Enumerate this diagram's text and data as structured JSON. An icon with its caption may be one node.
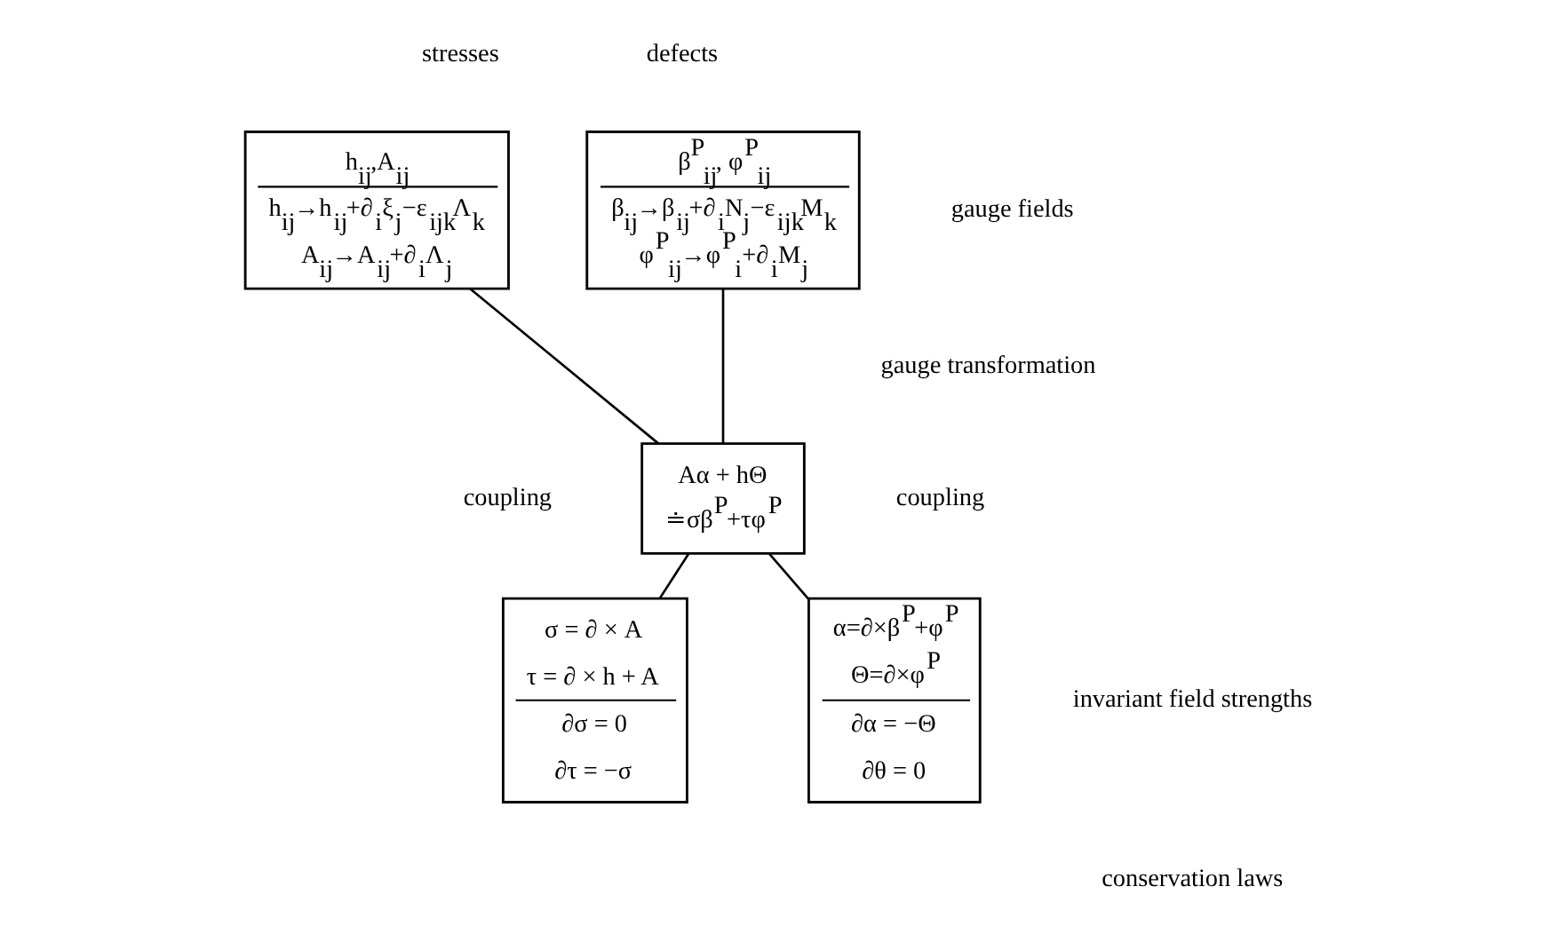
{
  "diagram": {
    "nodes": [
      {
        "text": [
          "h$_{ij}$,A$_{ij}$",
          "h$_{ij}$→h$_{ij}$+∂$_{i}$ξ$_{j}$−ε$_{ijk}$Λ$_{k}$",
          "A$_{ij}$→A$_{ij}$+∂$_{i}$Λ$_{j}$"
        ]
      },
      {
        "text": [
          "β$^{P}$$_{ij}$, φ$^{P}$$_{ij}$",
          "β$_{ij}$→β$_{ij}$+∂$_{i}$N$_{j}$−ε$_{ijk}$M$_{k}$",
          "φ$^{P}$$_{ij}$→φ$^{P}$$_{i}$+∂$_{i}$M$_{j}$"
        ]
      },
      {
        "text": [
          "Aα + hΘ",
          "≐σβ$^{P}$+τφ$^{P}$"
        ]
      },
      {
        "text": [
          "σ = ∂ × A",
          "τ = ∂ × h + A",
          "∂σ = 0",
          "∂τ = −σ"
        ]
      },
      {
        "text": [
          "α=∂×β$^{P}$+φ$^{P}$",
          "Θ=∂×φ$^{P}$",
          "∂α = −Θ",
          "∂θ = 0"
        ]
      }
    ],
    "edges": [
      {
        "from": 0,
        "to": 2,
        "arrow": "none"
      },
      {
        "from": 1,
        "to": 2,
        "arrow": "none"
      },
      {
        "from": 2,
        "to": 3,
        "arrow": "none"
      },
      {
        "from": 2,
        "to": 4,
        "arrow": "none"
      }
    ],
    "labels": [
      "stresses",
      "defects",
      "gauge fields",
      "gauge transformation",
      "coupling",
      "coupling",
      "invariant field strengths",
      "conservation laws"
    ]
  }
}
